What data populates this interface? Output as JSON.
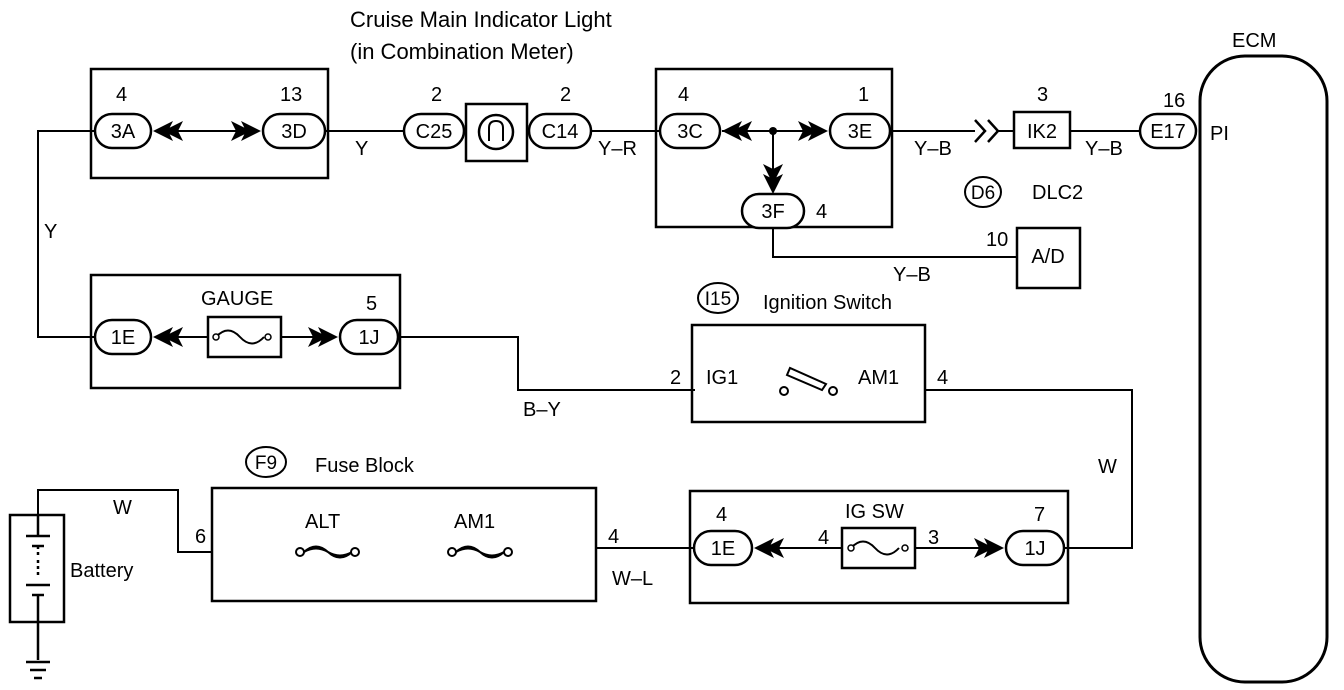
{
  "title": {
    "line1": "Cruise Main Indicator Light",
    "line2": "(in Combination Meter)"
  },
  "ecm": {
    "label": "ECM",
    "pin": "16",
    "connector": "E17",
    "terminal": "PI"
  },
  "junction_top_left": {
    "left_pin": "4",
    "left_conn": "3A",
    "right_pin": "13",
    "right_conn": "3D"
  },
  "indicator": {
    "left_pin": "2",
    "left_conn": "C25",
    "right_pin": "2",
    "right_conn": "C14"
  },
  "junction_top_mid": {
    "left_pin": "4",
    "left_conn": "3C",
    "right_pin": "1",
    "right_conn": "3E",
    "bottom_conn": "3F",
    "bottom_pin": "4"
  },
  "ik2": {
    "pin": "3",
    "label": "IK2"
  },
  "dlc2": {
    "id": "D6",
    "name": "DLC2",
    "pin": "10",
    "label": "A/D"
  },
  "gauge_block": {
    "fuse_label": "GAUGE",
    "left_conn": "1E",
    "right_pin": "5",
    "right_conn": "1J"
  },
  "ignition_switch": {
    "id": "I15",
    "name": "Ignition Switch",
    "left_pin": "2",
    "left_term": "IG1",
    "right_term": "AM1",
    "right_pin": "4"
  },
  "fuse_block": {
    "id": "F9",
    "name": "Fuse Block",
    "left_pin": "6",
    "fuse1": "ALT",
    "fuse2": "AM1",
    "right_pin": "4"
  },
  "igsw_block": {
    "left_pin": "4",
    "left_conn": "1E",
    "fuse_label": "IG SW",
    "fuse_left_pin": "4",
    "fuse_right_pin": "3",
    "right_pin": "7",
    "right_conn": "1J"
  },
  "battery": {
    "label": "Battery"
  },
  "wires": {
    "w1": "Y",
    "w2": "Y–R",
    "w3": "Y–B",
    "w4": "Y–B",
    "w5": "Y",
    "w6": "Y–B",
    "w7": "B–Y",
    "w8": "W",
    "w9": "W",
    "w10": "W–L"
  }
}
